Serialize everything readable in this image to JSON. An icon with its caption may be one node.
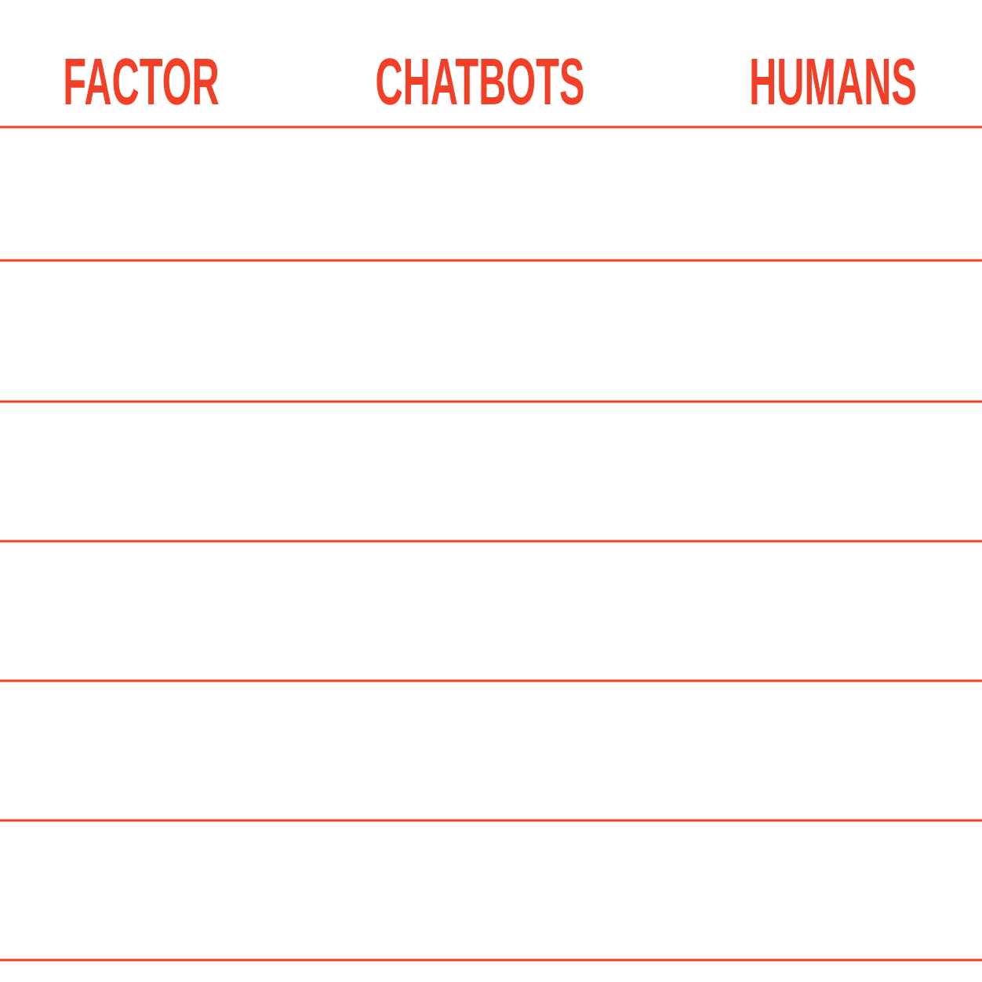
{
  "diagram": {
    "labels": [
      "FACTOR",
      "CHATBOTS",
      "HUMANS"
    ]
  }
}
